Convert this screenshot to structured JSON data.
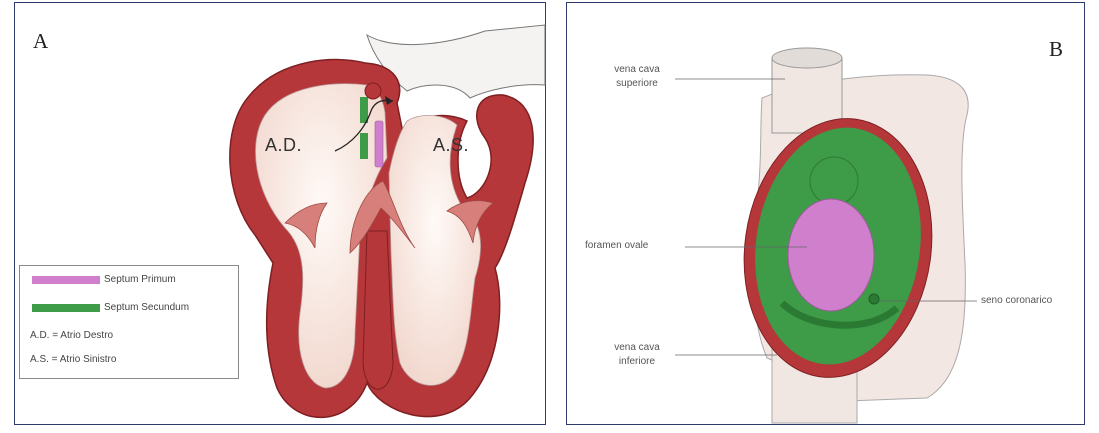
{
  "panel_a": {
    "letter": "A",
    "left_atrium_label": "A.D.",
    "right_atrium_label": "A.S.",
    "legend": {
      "items": [
        {
          "label": "Septum Primum",
          "color": "#cf7fcc"
        },
        {
          "label": "Septum Secundum",
          "color": "#3e9b48"
        }
      ],
      "abbreviations": [
        "A.D. = Atrio Destro",
        "A.S. = Atrio Sinistro"
      ]
    }
  },
  "panel_b": {
    "letter": "B",
    "labels": {
      "svc_line1": "vena cava",
      "svc_line2": "superiore",
      "foramen_ovale": "foramen ovale",
      "ivc_line1": "vena cava",
      "ivc_line2": "inferiore",
      "coronary_sinus": "seno coronarico"
    }
  },
  "colors": {
    "wall": "#b5373a",
    "wall_edge": "#7e1f22",
    "interior": "#f6e3dc",
    "septum_primum": "#cf7fcc",
    "septum_secundum": "#3e9b48",
    "vessel": "#f3e7e3",
    "panel_border": "#2d3a6b"
  }
}
